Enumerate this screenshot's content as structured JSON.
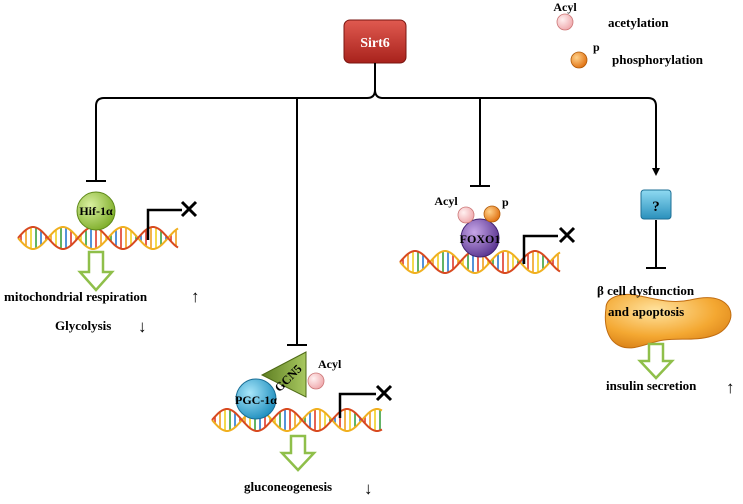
{
  "sirt6": {
    "label": "Sirt6"
  },
  "legend": {
    "acyl_label": "Acyl",
    "acetylation": "acetylation",
    "p_label": "p",
    "phosphorylation": "phosphorylation"
  },
  "branch_hif": {
    "protein": "Hif-1α",
    "effect_1": "mitochondrial respiration",
    "effect_1_arrow": "↑",
    "effect_2": "Glycolysis",
    "effect_2_arrow": "↓"
  },
  "branch_pgc": {
    "protein_1": "PGC-1α",
    "protein_2": "GCN5",
    "acyl": "Acyl",
    "effect": "gluconeogenesis",
    "effect_arrow": "↓"
  },
  "branch_foxo": {
    "protein": "FOXO1",
    "acyl": "Acyl",
    "p": "p"
  },
  "branch_beta": {
    "unknown": "?",
    "effect_1": "β cell dysfunction",
    "effect_2": "and apoptosis",
    "result": "insulin secretion",
    "result_arrow": "↑"
  },
  "colors": {
    "sirt6_box": "#c8322c",
    "hif_ball": "#9cc544",
    "pgc_ball": "#3aaed8",
    "gcn5_triangle": "#7a9a3a",
    "foxo_ball": "#7a52a8",
    "acyl_ball": "#f6c6c8",
    "p_ball": "#f08a1c",
    "question_box": "#3eaad0",
    "outline_arrow": "#8fbf4a",
    "pancreas": "#f2a23a"
  }
}
